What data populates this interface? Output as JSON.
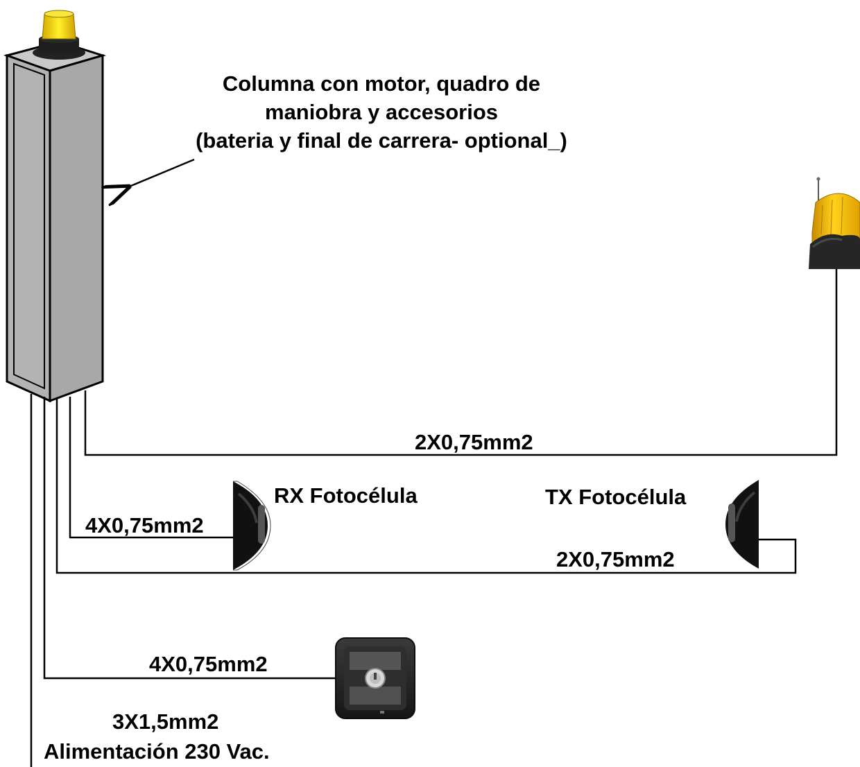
{
  "column": {
    "description": [
      "Columna  con  motor,  quadro  de",
      "maniobra y accesorios",
      "(bateria y final de carrera- optional_)"
    ]
  },
  "cables": {
    "lamp": "2X0,75mm2",
    "rx_photocell": "4X0,75mm2",
    "tx_photocell": "2X0,75mm2",
    "key_switch": "4X0,75mm2",
    "power_section": "3X1,5mm2",
    "power_supply": "Alimentación 230 Vac."
  },
  "devices": {
    "rx_photocell": "RX Fotocélula",
    "tx_photocell": "TX Fotocélula"
  }
}
